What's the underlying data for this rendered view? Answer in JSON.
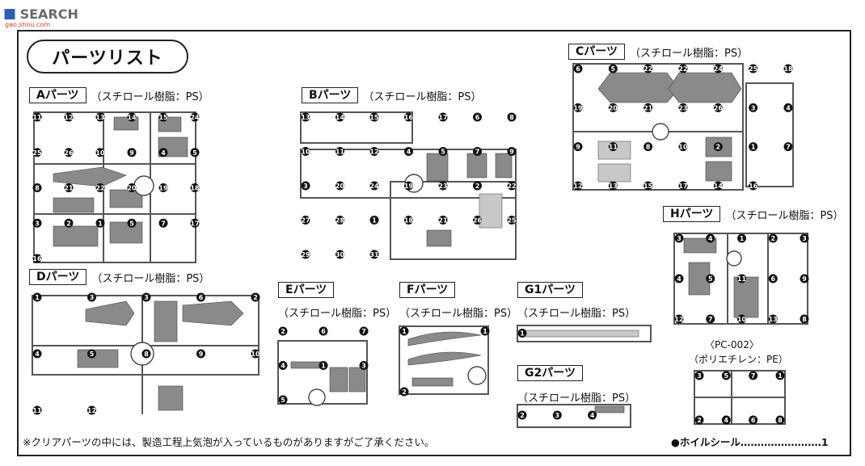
{
  "watermark": {
    "brand": "SEARCH",
    "site": "gao.shou.com"
  },
  "title": "パーツリスト",
  "sections": {
    "a": {
      "label": "Aパーツ",
      "material": "（スチロール樹脂：PS）",
      "nums": [
        "11",
        "12",
        "13",
        "14",
        "15",
        "24",
        "25",
        "26",
        "10",
        "9",
        "4",
        "5",
        "8",
        "21",
        "22",
        "20",
        "19",
        "18",
        "3",
        "2",
        "1",
        "5",
        "7",
        "17",
        "16"
      ]
    },
    "b": {
      "label": "Bパーツ",
      "material": "（スチロール樹脂：PS）",
      "nums": [
        "13",
        "14",
        "15",
        "16",
        "17",
        "6",
        "8",
        "10",
        "11",
        "12",
        "4",
        "5",
        "7",
        "9",
        "3",
        "20",
        "24",
        "19",
        "23",
        "2",
        "22",
        "27",
        "28",
        "1",
        "18",
        "21",
        "26",
        "25",
        "29",
        "30",
        "31"
      ]
    },
    "c": {
      "label": "Cパーツ",
      "material": "（スチロール樹脂：PS）",
      "nums": [
        "6",
        "5",
        "22",
        "22",
        "24",
        "25",
        "18",
        "19",
        "20",
        "21",
        "23",
        "26",
        "3",
        "4",
        "9",
        "11",
        "8",
        "10",
        "2",
        "1",
        "7",
        "12",
        "13",
        "15",
        "17",
        "14",
        "16"
      ]
    },
    "d": {
      "label": "Dパーツ",
      "material": "（スチロール樹脂：PS）",
      "nums": [
        "1",
        "3",
        "3",
        "6",
        "2",
        "4",
        "5",
        "8",
        "9",
        "10",
        "11",
        "12"
      ]
    },
    "e": {
      "label": "Eパーツ",
      "material": "（スチロール樹脂：PS）",
      "nums": [
        "2",
        "6",
        "7",
        "4",
        "1",
        "3",
        "5"
      ]
    },
    "f": {
      "label": "Fパーツ",
      "material": "（スチロール樹脂：PS）",
      "nums": [
        "1",
        "1",
        "2"
      ]
    },
    "g1": {
      "label": "G1パーツ",
      "material": "（スチロール樹脂：PS）",
      "nums": [
        "1"
      ]
    },
    "g2": {
      "label": "G2パーツ",
      "material": "（スチロール樹脂：PS）",
      "nums": [
        "2",
        "3",
        "4"
      ]
    },
    "h": {
      "label": "Hパーツ",
      "material": "（スチロール樹脂：PS）",
      "nums": [
        "3",
        "4",
        "1",
        "2",
        "3",
        "4",
        "5",
        "11",
        "6",
        "9",
        "12",
        "7",
        "10",
        "13",
        "8"
      ]
    },
    "pc": {
      "label": "〈PC-002〉",
      "material": "（ポリエチレン：PE）",
      "nums": [
        "3",
        "5",
        "7",
        "1",
        "2",
        "4",
        "6",
        "8"
      ]
    }
  },
  "footer": {
    "note": "※クリアパーツの中には、製造工程上気泡が入っているものがありますがご了承ください。",
    "sticker": "●ホイルシール……………………1"
  }
}
